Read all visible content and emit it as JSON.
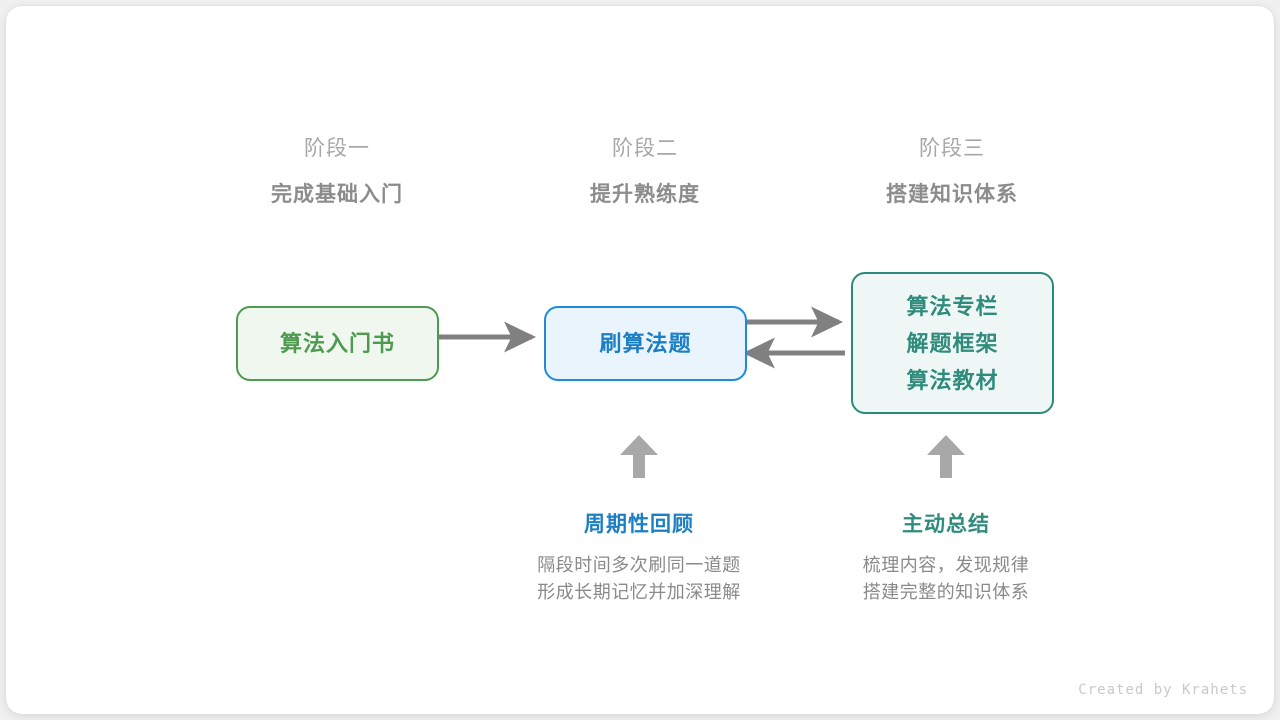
{
  "credit": "Created by Krahets",
  "stages": [
    {
      "name": "阶段一",
      "title": "完成基础入门"
    },
    {
      "name": "阶段二",
      "title": "提升熟练度"
    },
    {
      "name": "阶段三",
      "title": "搭建知识体系"
    }
  ],
  "nodes": {
    "book": {
      "label": "算法入门书",
      "color": "#4e9a51",
      "fill": "#eff7ef"
    },
    "practice": {
      "label": "刷算法题",
      "color": "#1c7fc4",
      "fill": "#e9f4fd"
    },
    "system": {
      "lines": [
        "算法专栏",
        "解题框架",
        "算法教材"
      ],
      "color": "#2f8c7c",
      "fill": "#eef7f5"
    }
  },
  "footers": [
    {
      "title": "周期性回顾",
      "color": "#1c7fc4",
      "desc_lines": [
        "隔段时间多次刷同一道题",
        "形成长期记忆并加深理解"
      ]
    },
    {
      "title": "主动总结",
      "color": "#2f8c7c",
      "desc_lines": [
        "梳理内容，发现规律",
        "搭建完整的知识体系"
      ]
    }
  ],
  "arrows": {
    "color": "#808080",
    "block_color": "#a8a8a8"
  }
}
